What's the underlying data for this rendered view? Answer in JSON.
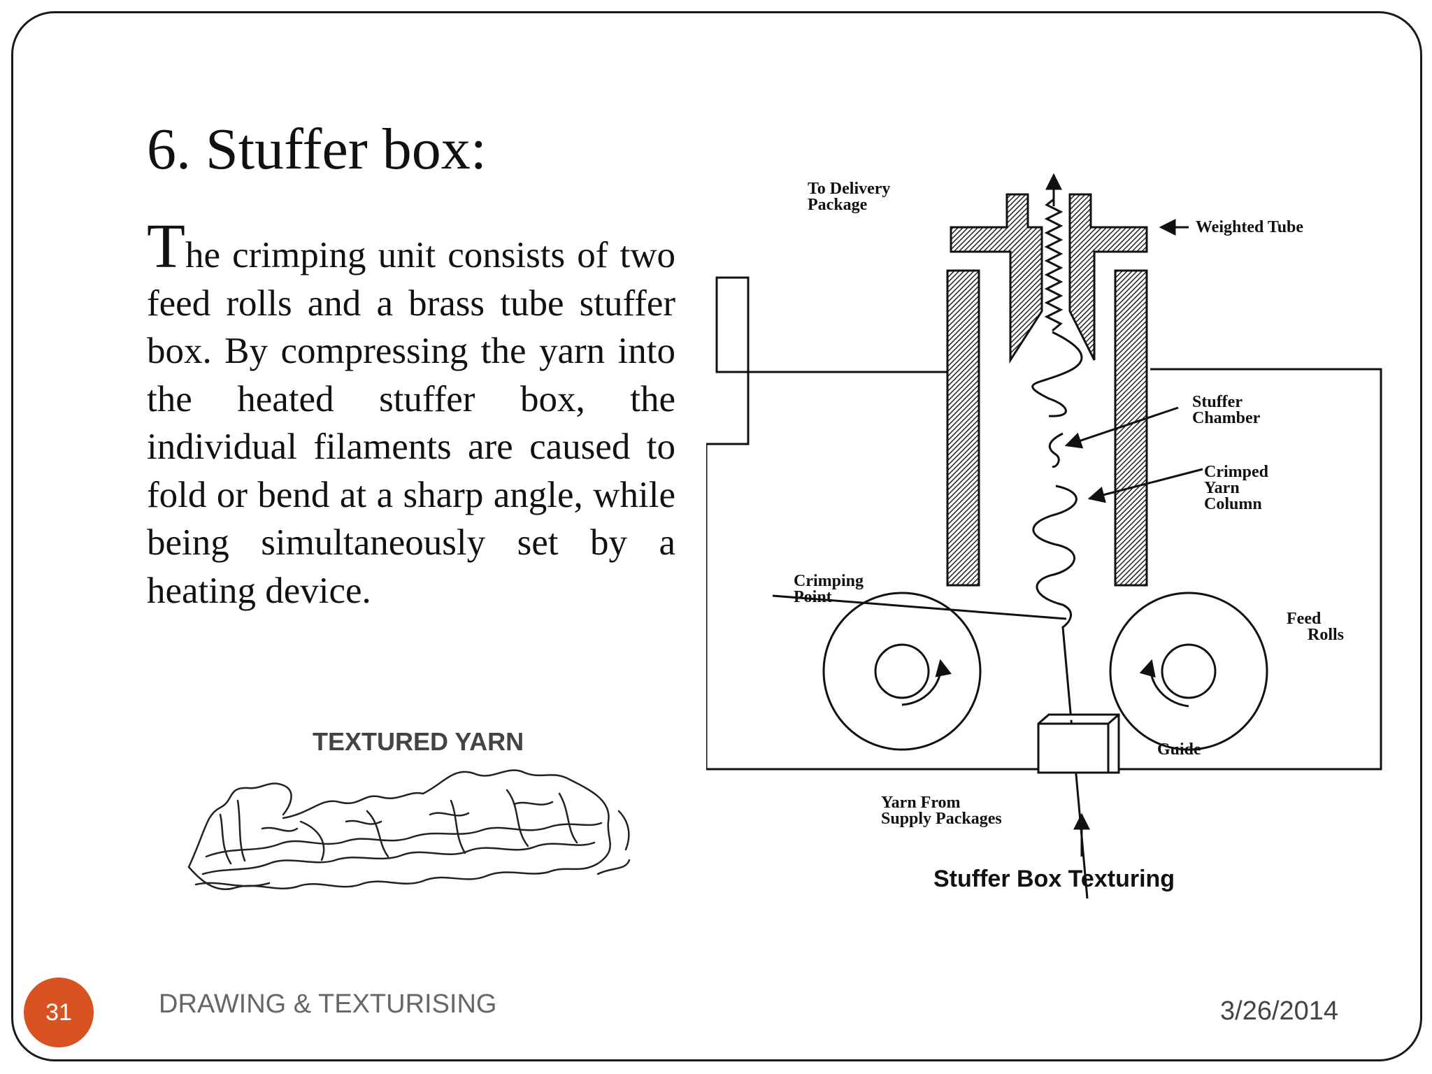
{
  "slide": {
    "title": "6. Stuffer box:",
    "body_first_letter": "T",
    "body_rest": "he crimping unit consists of two feed rolls and a brass tube stuffer box. By compressing the yarn into the heated stuffer box, the individual filaments are caused to fold or bend at a sharp angle, while being simultaneously set by a heating device."
  },
  "diagram": {
    "labels": {
      "to_delivery_1": "To Delivery",
      "to_delivery_2": "Package",
      "weighted_tube": "Weighted Tube",
      "stuffer_chamber_1": "Stuffer",
      "stuffer_chamber_2": "Chamber",
      "crimped_1": "Crimped",
      "crimped_2": "Yarn",
      "crimped_3": "Column",
      "crimping_point_1": "Crimping",
      "crimping_point_2": "Point",
      "feed_rolls_1": "Feed",
      "feed_rolls_2": "Rolls",
      "guide": "Guide",
      "yarn_from_1": "Yarn From",
      "yarn_from_2": "Supply Packages"
    },
    "caption": "Stuffer Box Texturing"
  },
  "textured_yarn": {
    "label": "TEXTURED YARN"
  },
  "footer": {
    "slide_number": "31",
    "left_text": "DRAWING & TEXTURISING",
    "date": "3/26/2014"
  },
  "colors": {
    "accent": "#d95322",
    "border": "#1a1a1a",
    "footer_text": "#666666"
  }
}
